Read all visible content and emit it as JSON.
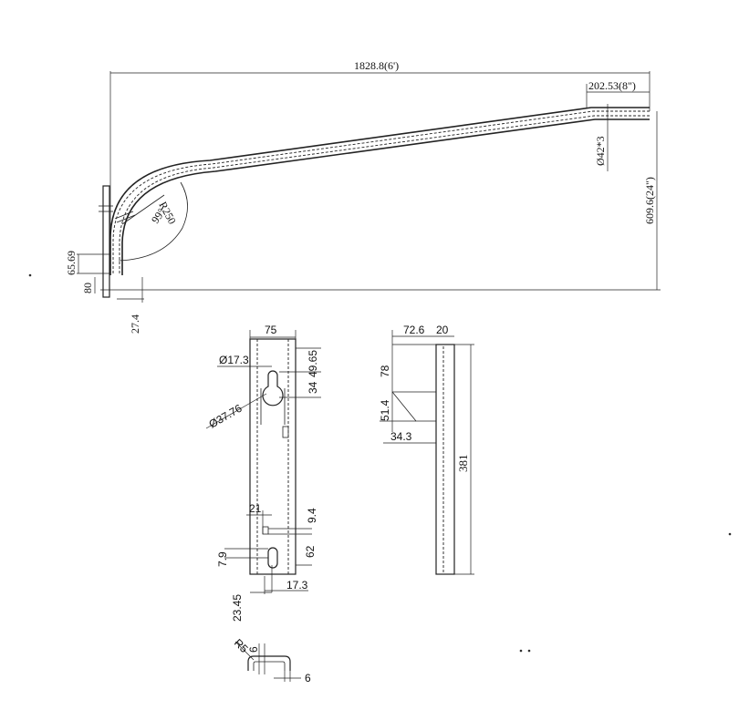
{
  "arm": {
    "overall_length": "1828.8(6')",
    "end_length": "202.53(8\")",
    "pipe_diameter": "Ø42*3",
    "height": "609.6(24\")",
    "bend_radius": "R250",
    "bend_angle": "99°",
    "mount_gap": "65.69",
    "mount_80": "80",
    "mount_27": "27.4"
  },
  "plate": {
    "width": "75",
    "hole_small": "Ø17.3",
    "keyhole_large": "Ø37.76",
    "top_offset": "49.65",
    "keyhole_height": "34",
    "slot_21": "21",
    "dim_9_4": "9.4",
    "dim_62": "62",
    "dim_7_9": "7.9",
    "dim_23_45": "23.45",
    "dim_17_3": "17.3"
  },
  "side": {
    "depth": "72.6",
    "thickness": "20",
    "dim_78": "78",
    "dim_51_4": "51.4",
    "dim_34_3": "34.3",
    "length": "381"
  },
  "hook": {
    "radius": "R5",
    "dim_top": "6",
    "dim_bottom": "6"
  }
}
